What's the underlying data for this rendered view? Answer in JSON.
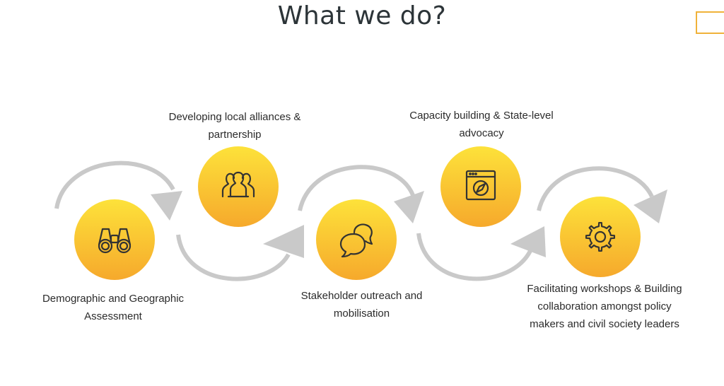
{
  "title": "What we do?",
  "colors": {
    "circle_top": "#fde23a",
    "circle_bottom": "#f6a92c",
    "flow_arrow": "#c9c9c9",
    "icon_stroke": "#333333",
    "accent_box": "#f0b23a"
  },
  "steps": [
    {
      "label": "Demographic and Geographic Assessment",
      "icon": "binoculars-icon"
    },
    {
      "label": "Developing local alliances & partnership",
      "icon": "people-group-icon"
    },
    {
      "label": "Stakeholder outreach and mobilisation",
      "icon": "chat-bubbles-icon"
    },
    {
      "label": "Capacity building & State-level advocacy",
      "icon": "browser-compass-icon"
    },
    {
      "label": "Facilitating workshops & Building collaboration amongst policy makers and civil society leaders",
      "icon": "gear-icon"
    }
  ]
}
